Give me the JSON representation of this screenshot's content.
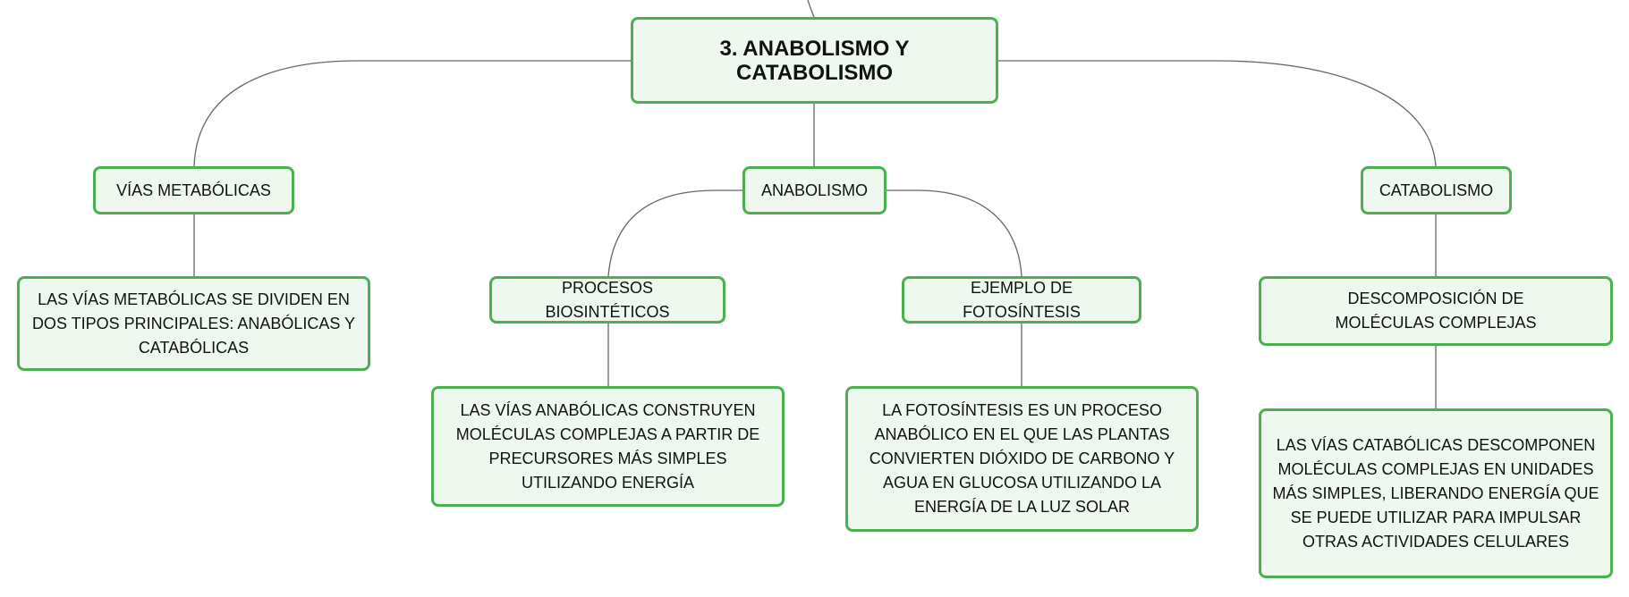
{
  "colors": {
    "node_fill": "#eef8ef",
    "node_border": "#4caf50",
    "link": "#666666"
  },
  "diagram": {
    "root": {
      "label": "3. ANABOLISMO Y CATABOLISMO"
    },
    "vias": {
      "label": "VÍAS METABÓLICAS",
      "desc": "LAS VÍAS METABÓLICAS SE DIVIDEN EN DOS TIPOS PRINCIPALES: ANABÓLICAS Y CATABÓLICAS"
    },
    "anabolismo": {
      "label": "ANABOLISMO",
      "procesos": {
        "label": "PROCESOS BIOSINTÉTICOS",
        "desc": "LAS VÍAS ANABÓLICAS CONSTRUYEN MOLÉCULAS COMPLEJAS A PARTIR DE PRECURSORES MÁS SIMPLES UTILIZANDO ENERGÍA"
      },
      "ejemplo": {
        "label": "EJEMPLO DE FOTOSÍNTESIS",
        "desc": "LA FOTOSÍNTESIS ES UN PROCESO ANABÓLICO EN EL QUE LAS PLANTAS CONVIERTEN DIÓXIDO DE CARBONO Y AGUA EN GLUCOSA UTILIZANDO LA ENERGÍA DE LA LUZ SOLAR"
      }
    },
    "catabolismo": {
      "label": "CATABOLISMO",
      "descomposicion": {
        "label": "DESCOMPOSICIÓN DE MOLÉCULAS COMPLEJAS",
        "desc": "LAS VÍAS CATABÓLICAS DESCOMPONEN MOLÉCULAS COMPLEJAS EN UNIDADES MÁS SIMPLES, LIBERANDO ENERGÍA QUE SE PUEDE UTILIZAR PARA IMPULSAR OTRAS ACTIVIDADES CELULARES"
      }
    }
  }
}
